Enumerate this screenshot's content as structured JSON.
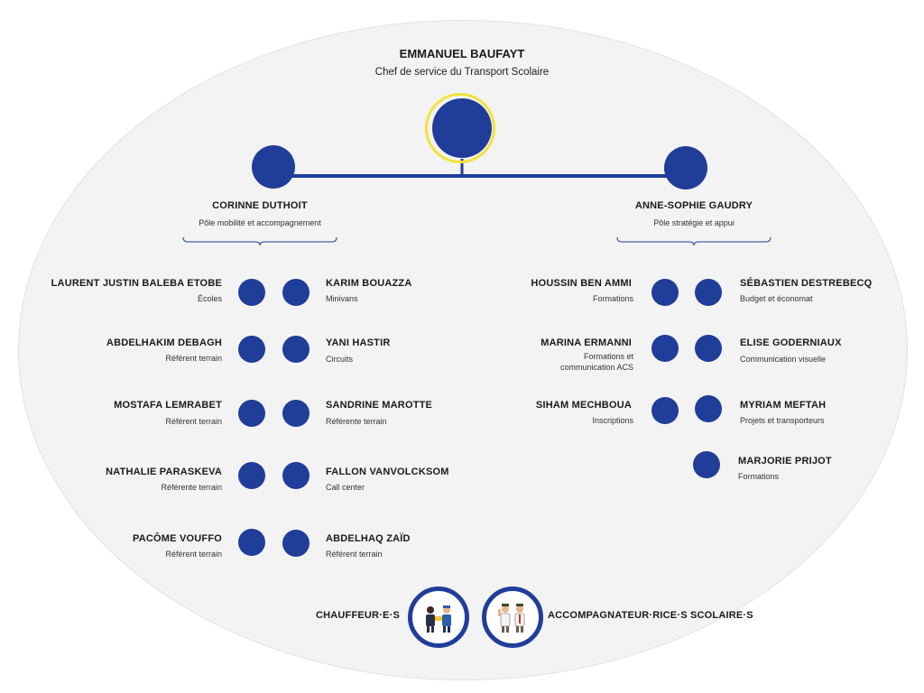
{
  "chief": {
    "name": "EMMANUEL BAUFAYT",
    "role": "Chef de service du Transport Scolaire"
  },
  "pole_left": {
    "name": "CORINNE DUTHOIT",
    "role": "Pôle mobilité et accompagnement"
  },
  "pole_right": {
    "name": "ANNE-SOPHIE GAUDRY",
    "role": "Pôle stratégie et appui"
  },
  "left_group": {
    "col_a": [
      {
        "name": "LAURENT JUSTIN BALEBA ETOBE",
        "role": "Écoles"
      },
      {
        "name": "ABDELHAKIM DEBAGH",
        "role": "Référent terrain"
      },
      {
        "name": "MOSTAFA LEMRABET",
        "role": "Référent terrain"
      },
      {
        "name": "NATHALIE PARASKEVA",
        "role": "Référente terrain"
      },
      {
        "name": "PACÔME VOUFFO",
        "role": "Référent terrain"
      }
    ],
    "col_b": [
      {
        "name": "KARIM BOUAZZA",
        "role": "Minivans"
      },
      {
        "name": "YANI HASTIR",
        "role": "Circuits"
      },
      {
        "name": "SANDRINE MAROTTE",
        "role": "Référente terrain"
      },
      {
        "name": "FALLON VANVOLCKSOM",
        "role": "Call center"
      },
      {
        "name": "ABDELHAQ ZAÏD",
        "role": "Référent terrain"
      }
    ]
  },
  "right_group": {
    "col_a": [
      {
        "name": "HOUSSIN BEN AMMI",
        "role": "Formations"
      },
      {
        "name": "MARINA ERMANNI",
        "role_line1": "Formations et",
        "role_line2": "communication ACS"
      },
      {
        "name": "SIHAM MECHBOUA",
        "role": "Inscriptions"
      }
    ],
    "col_b": [
      {
        "name": "SÉBASTIEN DESTREBECQ",
        "role": "Budget et économat"
      },
      {
        "name": "ELISE GODERNIAUX",
        "role": "Communication visuelle"
      },
      {
        "name": "MYRIAM MEFTAH",
        "role": "Projets et transporteurs"
      },
      {
        "name": "MARJORIE PRIJOT",
        "role": "Formations"
      }
    ]
  },
  "footer": {
    "drivers_label": "CHAUFFEUR·E·S",
    "escorts_label": "ACCOMPAGNATEUR·RICE·S SCOLAIRE·S"
  },
  "colors": {
    "dot": "#1f3d99",
    "ring": "#f2e33a",
    "background": "#f3f3f3"
  }
}
